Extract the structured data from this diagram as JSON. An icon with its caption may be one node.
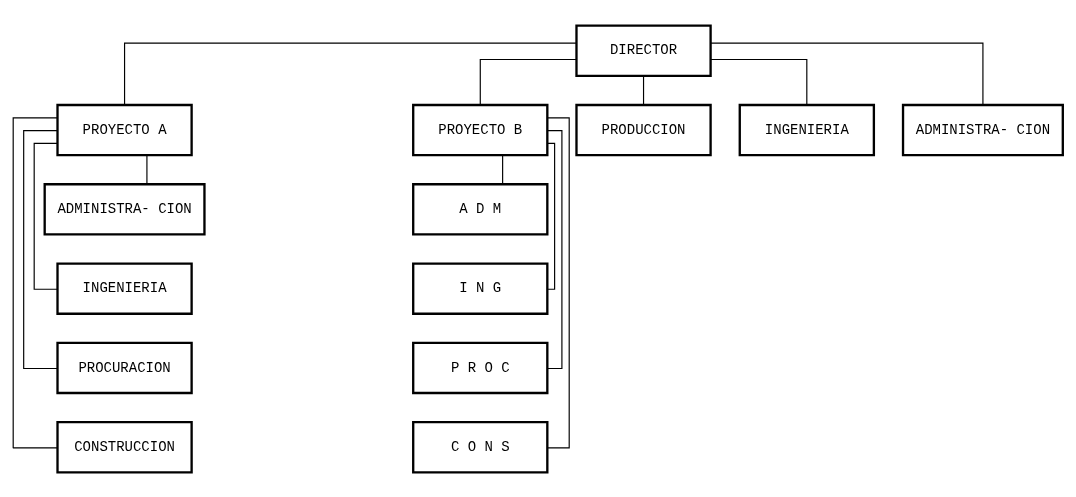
{
  "diagram": {
    "nodes": [
      {
        "text": [
          "DIRECTOR"
        ]
      },
      {
        "text": [
          "PROYECTO A"
        ]
      },
      {
        "text": [
          "PROYECTO B"
        ]
      },
      {
        "text": [
          "PRODUCCION"
        ]
      },
      {
        "text": [
          "INGENIERIA"
        ]
      },
      {
        "text": [
          "ADMINISTRA- CION"
        ]
      },
      {
        "text": [
          "ADMINISTRA- CION"
        ]
      },
      {
        "text": [
          "INGENIERIA"
        ]
      },
      {
        "text": [
          "PROCURACION"
        ]
      },
      {
        "text": [
          "CONSTRUCCION"
        ]
      },
      {
        "text": [
          "A D M"
        ]
      },
      {
        "text": [
          "I N G"
        ]
      },
      {
        "text": [
          "P R O C"
        ]
      },
      {
        "text": [
          "C O N S"
        ]
      }
    ],
    "edges": [
      {
        "from": 0,
        "to": 1,
        "arrow": "none"
      },
      {
        "from": 0,
        "to": 2,
        "arrow": "none"
      },
      {
        "from": 0,
        "to": 3,
        "arrow": "none"
      },
      {
        "from": 0,
        "to": 4,
        "arrow": "none"
      },
      {
        "from": 0,
        "to": 5,
        "arrow": "none"
      },
      {
        "from": 1,
        "to": 6,
        "arrow": "none"
      },
      {
        "from": 1,
        "to": 7,
        "arrow": "none"
      },
      {
        "from": 1,
        "to": 8,
        "arrow": "none"
      },
      {
        "from": 1,
        "to": 9,
        "arrow": "none"
      },
      {
        "from": 2,
        "to": 10,
        "arrow": "none"
      },
      {
        "from": 2,
        "to": 11,
        "arrow": "none"
      },
      {
        "from": 2,
        "to": 12,
        "arrow": "none"
      },
      {
        "from": 2,
        "to": 13,
        "arrow": "none"
      }
    ]
  }
}
